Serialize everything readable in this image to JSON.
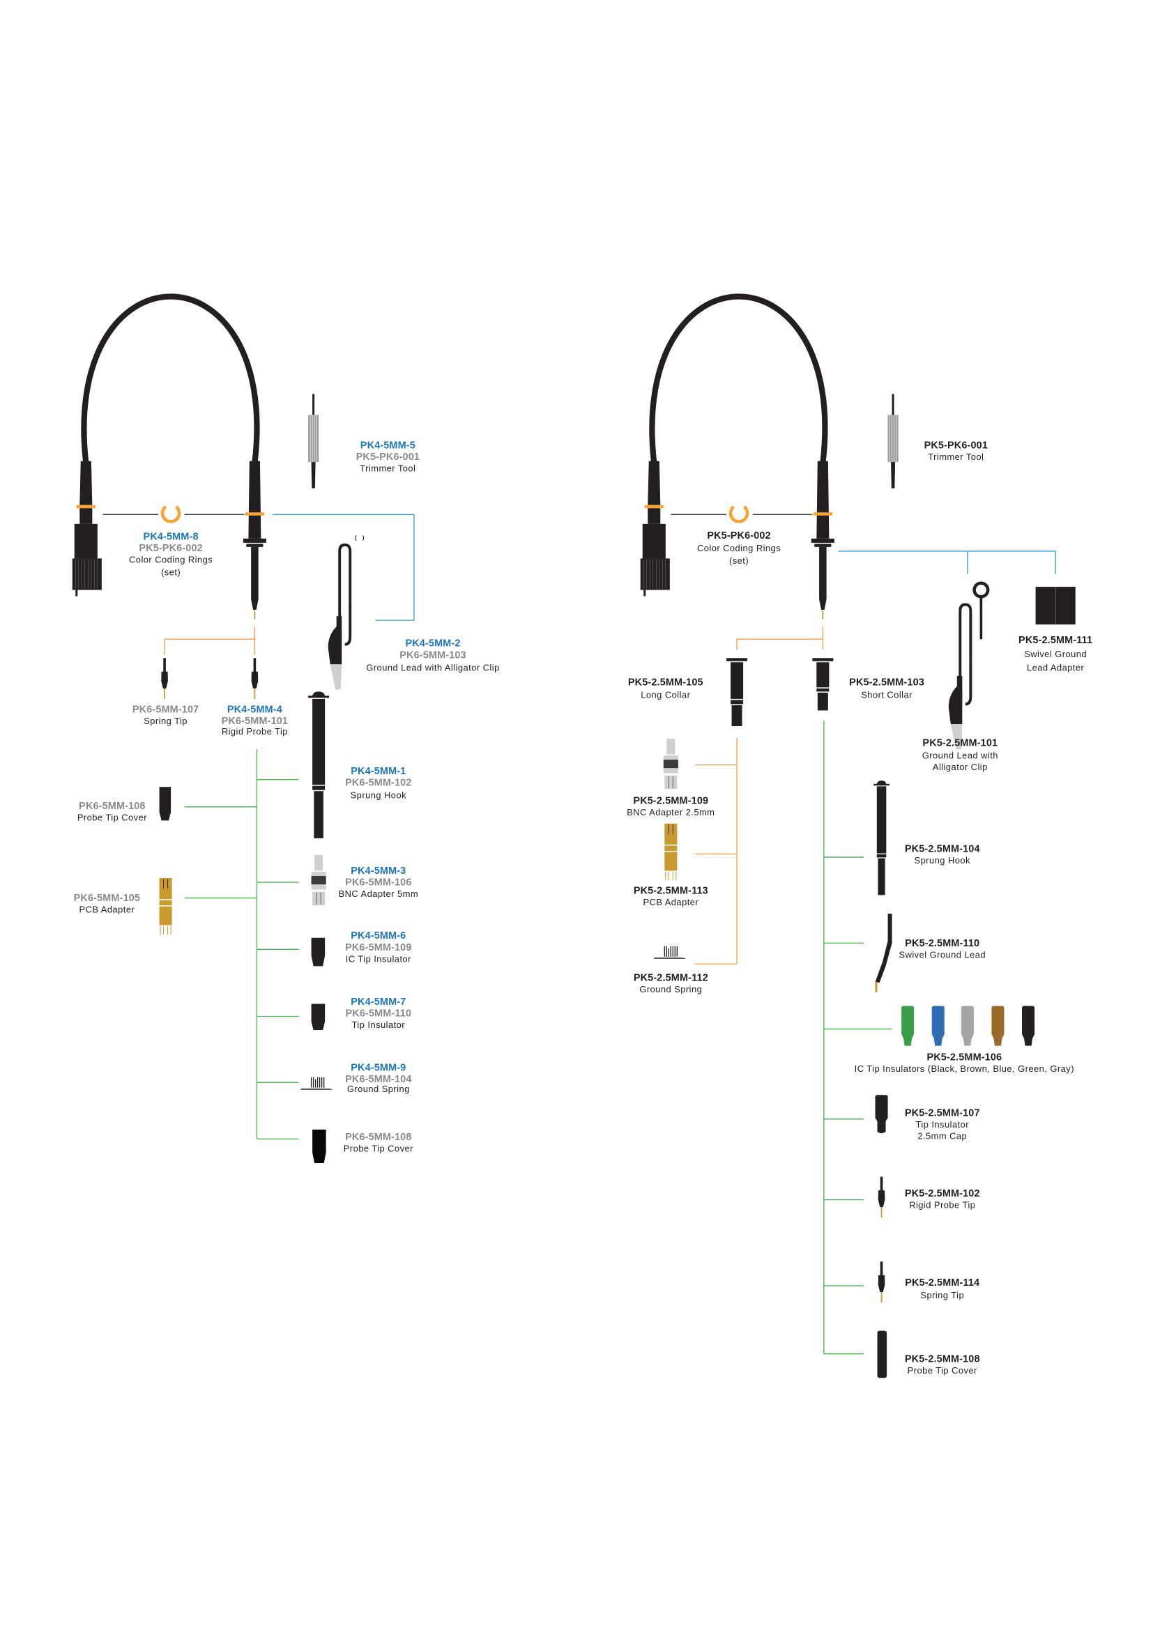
{
  "colors": {
    "blue_code": "#1b75bc",
    "gray_code": "#8a8a8c",
    "orange": "#f6a533",
    "green": "#45b649",
    "line_blue": "#2ea3d9",
    "gold": "#c99a2e"
  },
  "left": {
    "trimmer": {
      "code1": "PK4-5MM-5",
      "code2": "PK5-PK6-001",
      "desc": "Trimmer Tool"
    },
    "rings": {
      "code1": "PK4-5MM-8",
      "code2": "PK5-PK6-002",
      "desc1": "Color Coding Rings",
      "desc2": "(set)"
    },
    "ground_lead": {
      "code1": "PK4-5MM-2",
      "code2": "PK6-5MM-103",
      "desc": "Ground Lead with Alligator Clip"
    },
    "spring_tip": {
      "code": "PK6-5MM-107",
      "desc": "Spring Tip"
    },
    "rigid_tip": {
      "code1": "PK4-5MM-4",
      "code2": "PK6-5MM-101",
      "desc": "Rigid Probe Tip"
    },
    "sprung_hook": {
      "code1": "PK4-5MM-1",
      "code2": "PK6-5MM-102",
      "desc": "Sprung Hook"
    },
    "bnc": {
      "code1": "PK4-5MM-3",
      "code2": "PK6-5MM-106",
      "desc": "BNC Adapter 5mm"
    },
    "ic_insulator": {
      "code1": "PK4-5MM-6",
      "code2": "PK6-5MM-109",
      "desc": "IC Tip Insulator"
    },
    "tip_insulator": {
      "code1": "PK4-5MM-7",
      "code2": "PK6-5MM-110",
      "desc": "Tip Insulator"
    },
    "ground_spring": {
      "code1": "PK4-5MM-9",
      "code2": "PK6-5MM-104",
      "desc": "Ground Spring"
    },
    "tip_cover_right": {
      "code": "PK6-5MM-108",
      "desc": "Probe Tip Cover"
    },
    "tip_cover_left": {
      "code": "PK6-5MM-108",
      "desc": "Probe Tip Cover"
    },
    "pcb": {
      "code": "PK6-5MM-105",
      "desc": "PCB Adapter"
    }
  },
  "right": {
    "trimmer": {
      "code": "PK5-PK6-001",
      "desc": "Trimmer Tool"
    },
    "rings": {
      "code": "PK5-PK6-002",
      "desc1": "Color Coding Rings",
      "desc2": "(set)"
    },
    "swivel_adapter": {
      "code": "PK5-2.5MM-111",
      "desc1": "Swivel Ground",
      "desc2": "Lead Adapter"
    },
    "ground_lead": {
      "code": "PK5-2.5MM-101",
      "desc1": "Ground Lead with",
      "desc2": "Alligator Clip"
    },
    "long_collar": {
      "code": "PK5-2.5MM-105",
      "desc": "Long Collar"
    },
    "short_collar": {
      "code": "PK5-2.5MM-103",
      "desc": "Short Collar"
    },
    "bnc": {
      "code": "PK5-2.5MM-109",
      "desc": "BNC Adapter 2.5mm"
    },
    "pcb": {
      "code": "PK5-2.5MM-113",
      "desc": "PCB Adapter"
    },
    "ground_spring": {
      "code": "PK5-2.5MM-112",
      "desc": "Ground Spring"
    },
    "sprung_hook": {
      "code": "PK5-2.5MM-104",
      "desc": "Sprung Hook"
    },
    "swivel_lead": {
      "code": "PK5-2.5MM-110",
      "desc": "Swivel Ground Lead"
    },
    "ic_insulators": {
      "code": "PK5-2.5MM-106",
      "desc": "IC Tip Insulators (Black, Brown, Blue, Green, Gray)",
      "colors": [
        "#3a9e48",
        "#2e6db4",
        "#a5a5a7",
        "#9c6b2c",
        "#231f20"
      ]
    },
    "tip_insulator": {
      "code": "PK5-2.5MM-107",
      "desc1": "Tip Insulator",
      "desc2": "2.5mm Cap"
    },
    "rigid_tip": {
      "code": "PK5-2.5MM-102",
      "desc": "Rigid Probe Tip"
    },
    "spring_tip": {
      "code": "PK5-2.5MM-114",
      "desc": "Spring Tip"
    },
    "tip_cover": {
      "code": "PK5-2.5MM-108",
      "desc": "Probe Tip Cover"
    }
  }
}
